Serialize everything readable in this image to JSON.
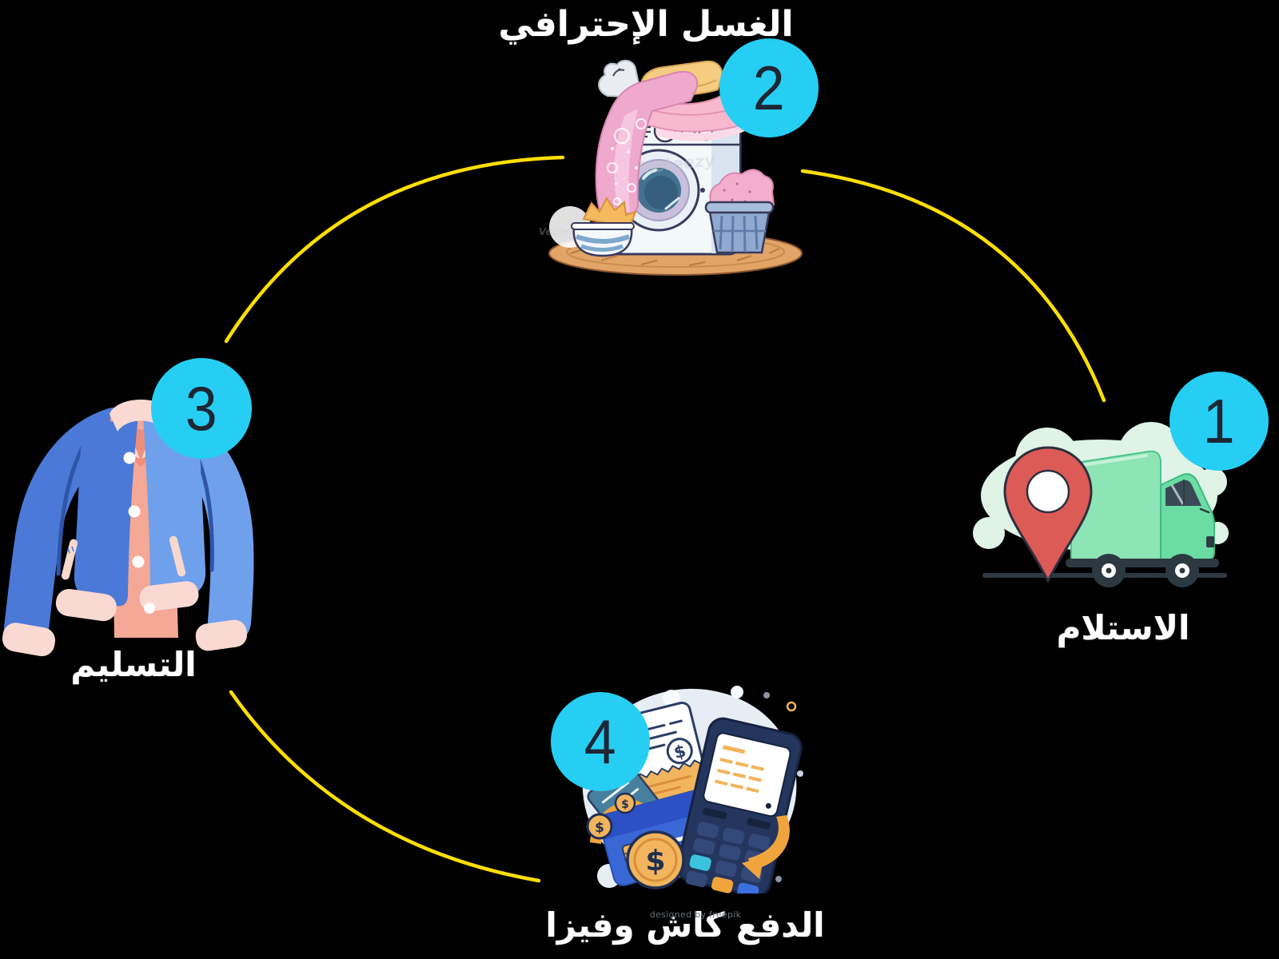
{
  "colors": {
    "background": "#000000",
    "badge": "#26CEF3",
    "badge_number": "#1E2633",
    "connector": "#FFDE00",
    "label": "#FFFFFF"
  },
  "steps": [
    {
      "number": "1",
      "name": "pickup",
      "label": "الاستلام",
      "icon": "delivery-truck-location-illustration"
    },
    {
      "number": "2",
      "name": "professional-washing",
      "label": "الغسل الإحترافي",
      "icon": "washing-machine-laundry-illustration"
    },
    {
      "number": "3",
      "name": "delivery",
      "label": "التسليم",
      "icon": "blue-jacket-illustration"
    },
    {
      "number": "4",
      "name": "payment-cash-visa",
      "label": "الدفع كاش وفيزا",
      "icon": "pos-terminal-card-cash-illustration"
    }
  ],
  "decor": {
    "dollar": "$"
  },
  "watermarks": {
    "vecteezy": "Vecteezy",
    "freepik": "designed by freepik"
  }
}
